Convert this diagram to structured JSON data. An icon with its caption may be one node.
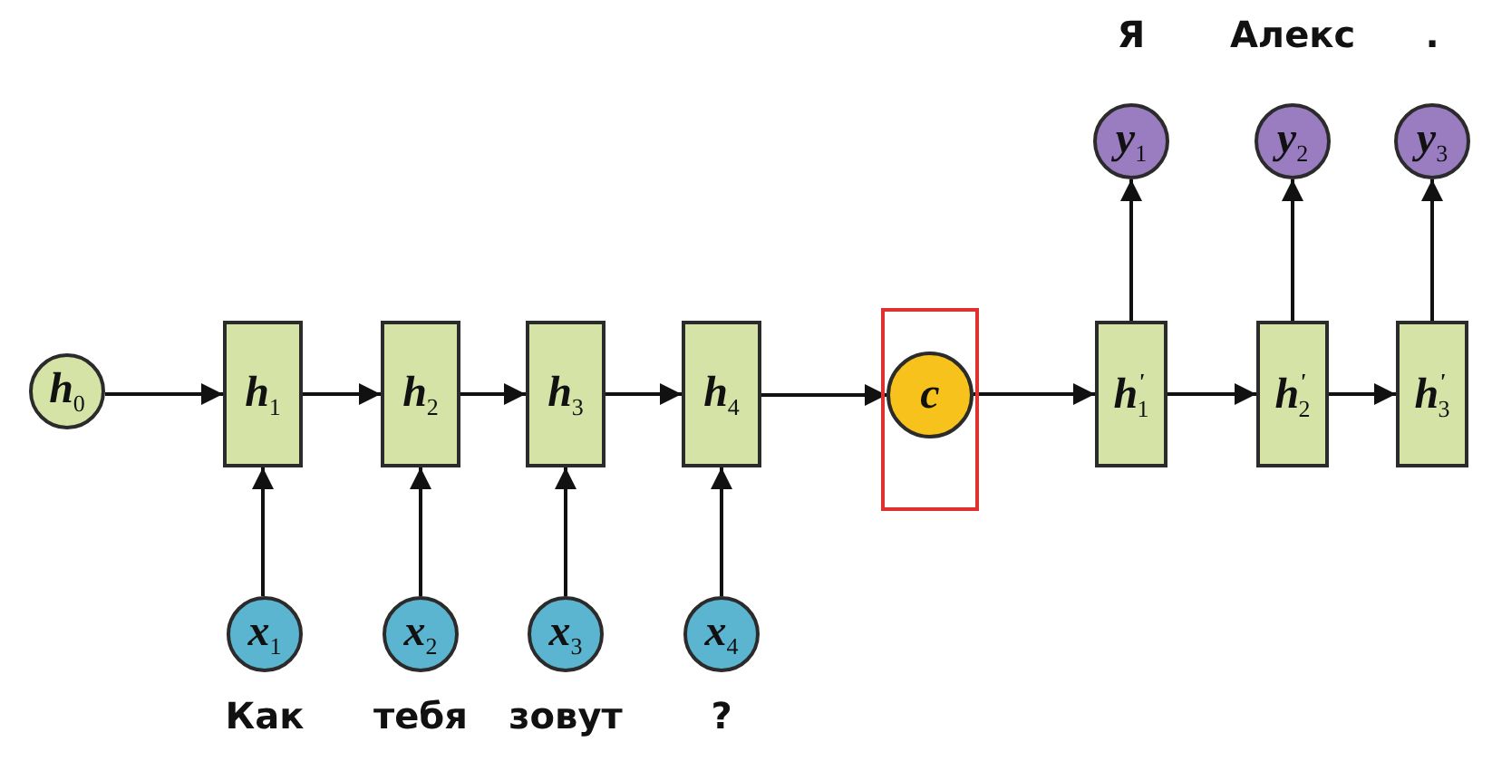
{
  "diagram": {
    "nodes": [
      {
        "text": [
          "h$_{0}$"
        ]
      },
      {
        "text": [
          "h$_{1}$"
        ]
      },
      {
        "text": [
          "h$_{2}$"
        ]
      },
      {
        "text": [
          "h$_{3}$"
        ]
      },
      {
        "text": [
          "h$_{4}$"
        ]
      },
      {
        "text": [],
        "shape": "box"
      },
      {
        "text": [
          "c"
        ],
        "in": 5
      },
      {
        "text": [
          "h$^{'}$$_{1}$"
        ]
      },
      {
        "text": [
          "h$^{'}$$_{2}$"
        ]
      },
      {
        "text": [
          "h$^{'}$$_{3}$"
        ]
      },
      {
        "text": [
          "x$_{1}$"
        ],
        "beside": [
          "Как"
        ]
      },
      {
        "text": [
          "x$_{2}$"
        ],
        "beside": [
          "тебя"
        ]
      },
      {
        "text": [
          "x$_{3}$"
        ],
        "beside": [
          "зовут"
        ]
      },
      {
        "text": [
          "x$_{4}$"
        ],
        "beside": [
          "?"
        ]
      },
      {
        "text": [
          "y$_{1}$"
        ],
        "beside": [
          "Я"
        ]
      },
      {
        "text": [
          "y$_{2}$"
        ],
        "beside": [
          "Алекс"
        ]
      },
      {
        "text": [
          "y$_{3}$"
        ],
        "beside": [
          "."
        ]
      }
    ],
    "edges": [
      {
        "from": 0,
        "to": 1,
        "arrow": "to"
      },
      {
        "from": 1,
        "to": 2,
        "arrow": "to"
      },
      {
        "from": 2,
        "to": 3,
        "arrow": "to"
      },
      {
        "from": 3,
        "to": 4,
        "arrow": "to"
      },
      {
        "from": 4,
        "to": 6,
        "arrow": "to"
      },
      {
        "from": 6,
        "to": 7,
        "arrow": "to"
      },
      {
        "from": 7,
        "to": 8,
        "arrow": "to"
      },
      {
        "from": 8,
        "to": 9,
        "arrow": "to"
      },
      {
        "from": 10,
        "to": 1,
        "arrow": "to"
      },
      {
        "from": 11,
        "to": 2,
        "arrow": "to"
      },
      {
        "from": 12,
        "to": 3,
        "arrow": "to"
      },
      {
        "from": 13,
        "to": 4,
        "arrow": "to"
      },
      {
        "from": 7,
        "to": 14,
        "arrow": "to"
      },
      {
        "from": 8,
        "to": 15,
        "arrow": "to"
      },
      {
        "from": 9,
        "to": 16,
        "arrow": "to"
      }
    ]
  }
}
